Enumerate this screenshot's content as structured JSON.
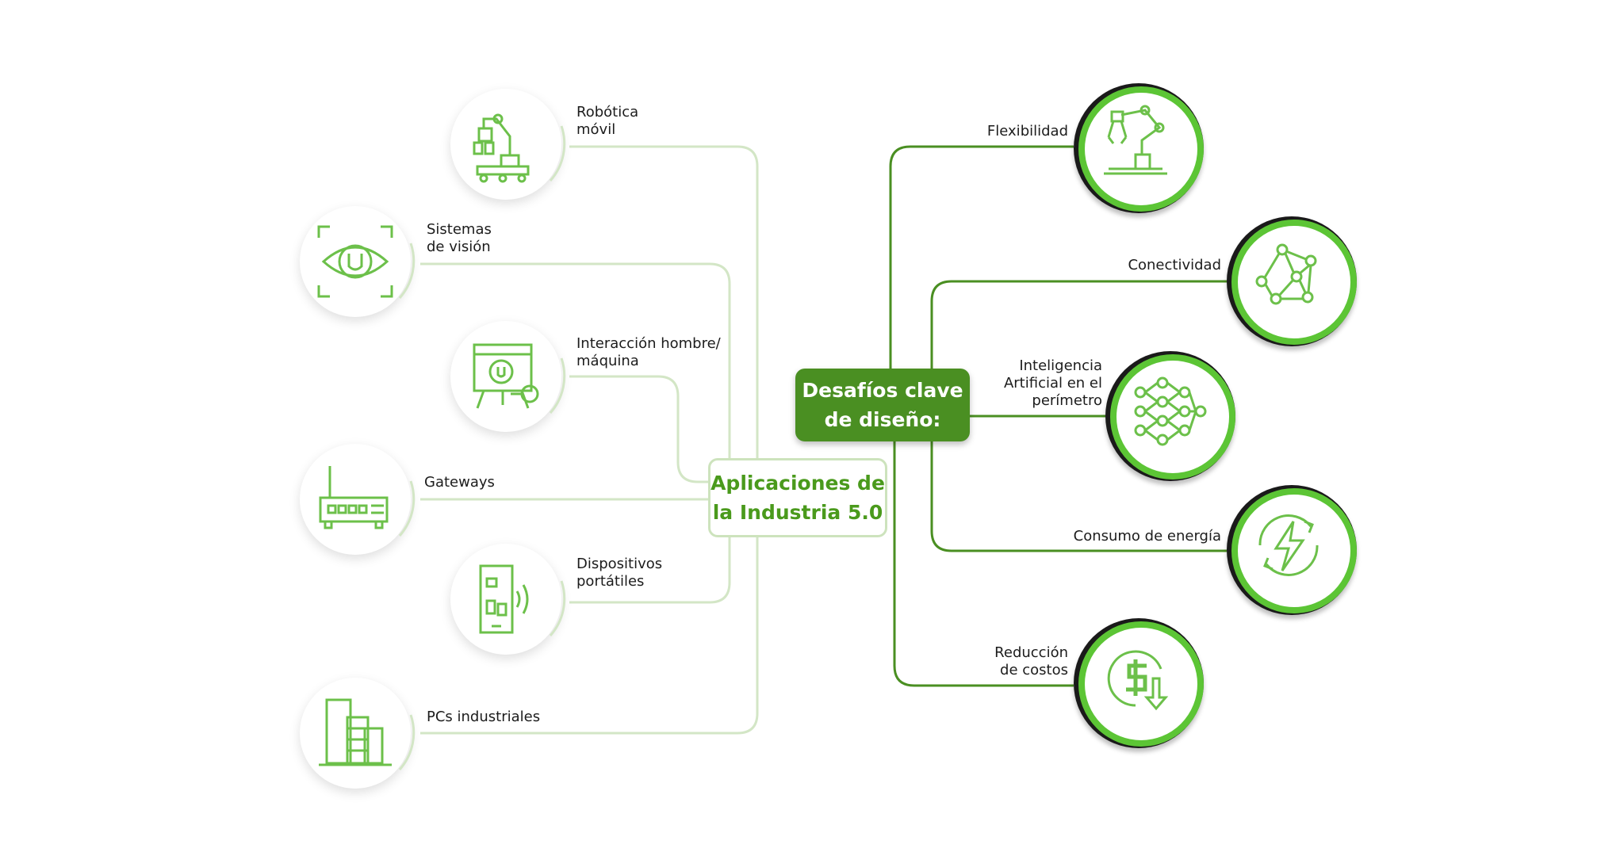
{
  "left_title_lines": [
    "Aplicaciones de",
    "la Industria 5.0"
  ],
  "right_title_lines": [
    "Desafíos clave",
    "de diseño:"
  ],
  "applications": [
    {
      "lines": [
        "Robótica",
        "móvil"
      ],
      "icon": "mobile-robot-icon"
    },
    {
      "lines": [
        "Sistemas",
        "de visión"
      ],
      "icon": "eye-icon"
    },
    {
      "lines": [
        "Interacción hombre/",
        "máquina"
      ],
      "icon": "hmi-screen-icon"
    },
    {
      "lines": [
        "Gateways"
      ],
      "icon": "router-icon"
    },
    {
      "lines": [
        "Dispositivos",
        "portátiles"
      ],
      "icon": "handheld-device-icon"
    },
    {
      "lines": [
        "PCs industriales"
      ],
      "icon": "industrial-pc-icon"
    }
  ],
  "challenges": [
    {
      "lines": [
        "Flexibilidad"
      ],
      "icon": "robot-arm-icon"
    },
    {
      "lines": [
        "Conectividad"
      ],
      "icon": "network-icon"
    },
    {
      "lines": [
        "Inteligencia",
        "Artificial en el",
        "perímetro"
      ],
      "icon": "neural-network-icon"
    },
    {
      "lines": [
        "Consumo de energía"
      ],
      "icon": "energy-cycle-icon"
    },
    {
      "lines": [
        "Reducción",
        "de costos"
      ],
      "icon": "cost-reduction-icon"
    }
  ],
  "colors": {
    "light_line": "#d3e6c6",
    "dark_line": "#4a8f22",
    "icon_green": "#6cc04a",
    "ring_green": "#5cc535",
    "title_green": "#4a9a1c"
  }
}
